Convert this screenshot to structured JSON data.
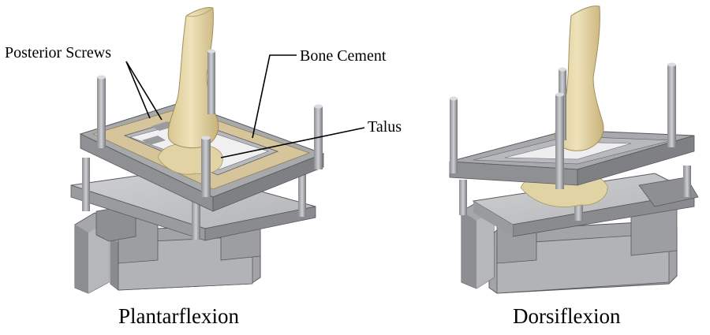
{
  "palette": {
    "bone": "#e6d7a9",
    "bone_shadow": "#c9b57e",
    "cement": "#d6c59a",
    "metal_light": "#c9cacc",
    "metal_mid": "#a9aaad",
    "metal_dark": "#7f8084",
    "outline": "#4d4d50",
    "label_line": "#000000"
  },
  "left_panel": {
    "caption": "Plantarflexion",
    "labels": {
      "posterior_screws": "Posterior Screws",
      "bone_cement": "Bone Cement",
      "talus": "Talus"
    },
    "icon": "ankle-fixture-plantarflexion-illustration"
  },
  "right_panel": {
    "caption": "Dorsiflexion",
    "icon": "ankle-fixture-dorsiflexion-illustration"
  }
}
